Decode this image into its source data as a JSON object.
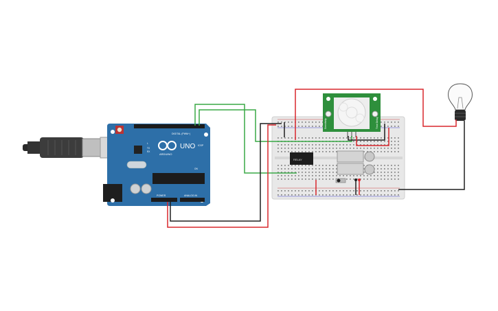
{
  "circuit": {
    "arduino": {
      "logo_text": "UNO",
      "brand_text": "ARDUINO",
      "digital_label": "DIGITAL (PWM~)",
      "power_label": "POWER",
      "analog_label": "ANALOG IN",
      "icsp_label": "ICSP",
      "tx_label": "TX",
      "rx_label": "RX",
      "l_label": "L",
      "on_label": "ON"
    },
    "pir_sensor": {
      "left_label": "Sensitivity",
      "right_label": "Time Delay"
    },
    "relay": {
      "label": "RELAY"
    },
    "colors": {
      "board": "#2d6fa8",
      "wire_red": "#d9262c",
      "wire_black": "#1e1e1e",
      "wire_green": "#38a845",
      "pir_board": "#2e8f3c",
      "breadboard": "#e8e8e8"
    },
    "icons": {
      "usb_cable": "usb-cable-icon",
      "light_bulb": "light-bulb-icon"
    }
  }
}
